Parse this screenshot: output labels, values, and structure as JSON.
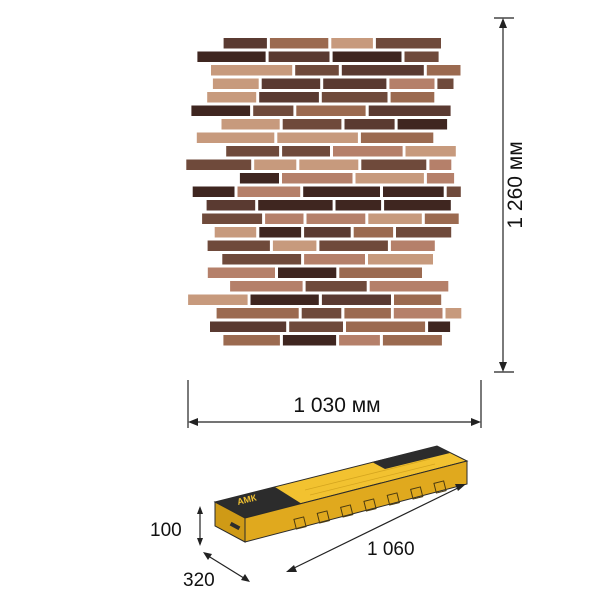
{
  "panel": {
    "width_label": "1 030 мм",
    "height_label": "1 260 мм",
    "brick_colors": [
      "#3f2620",
      "#5a3a31",
      "#6f4a3b",
      "#9b6a50",
      "#b5806a",
      "#c79a7d"
    ]
  },
  "package": {
    "height_label": "100",
    "depth_label": "320",
    "length_label": "1 060",
    "brand_label": "АМК",
    "box_color": "#f2c230"
  }
}
